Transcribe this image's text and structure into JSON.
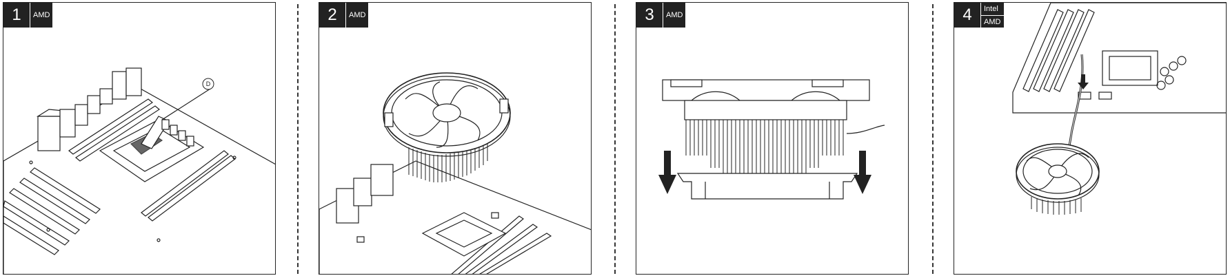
{
  "steps": [
    {
      "number": "1",
      "platform": "AMD",
      "callout": "D"
    },
    {
      "number": "2",
      "platform": "AMD"
    },
    {
      "number": "3",
      "platform": "AMD"
    },
    {
      "number": "4",
      "platform_top": "Intel",
      "platform_bottom": "AMD"
    }
  ]
}
